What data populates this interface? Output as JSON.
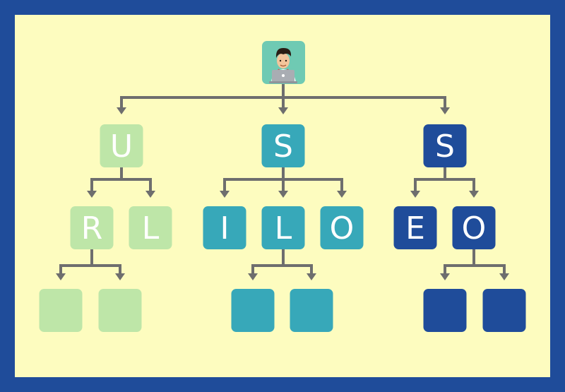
{
  "colors": {
    "frame": "#1f4c9a",
    "background": "#fdfcbf",
    "connector": "#6e6e6e",
    "light_green": "#bee6a8",
    "teal": "#37a8b9",
    "navy": "#1f4c9a",
    "avatar_bg": "#6fcab3"
  },
  "root": {
    "icon": "person-with-laptop-icon"
  },
  "level1": [
    {
      "letter": "U",
      "color": "light_green"
    },
    {
      "letter": "S",
      "color": "teal"
    },
    {
      "letter": "S",
      "color": "navy"
    }
  ],
  "level2": [
    {
      "letter": "R",
      "color": "light_green"
    },
    {
      "letter": "L",
      "color": "light_green"
    },
    {
      "letter": "I",
      "color": "teal"
    },
    {
      "letter": "L",
      "color": "teal"
    },
    {
      "letter": "O",
      "color": "teal"
    },
    {
      "letter": "E",
      "color": "navy"
    },
    {
      "letter": "O",
      "color": "navy"
    }
  ],
  "level3": [
    {
      "letter": "",
      "color": "light_green"
    },
    {
      "letter": "",
      "color": "light_green"
    },
    {
      "letter": "",
      "color": "teal"
    },
    {
      "letter": "",
      "color": "teal"
    },
    {
      "letter": "",
      "color": "navy"
    },
    {
      "letter": "",
      "color": "navy"
    }
  ]
}
